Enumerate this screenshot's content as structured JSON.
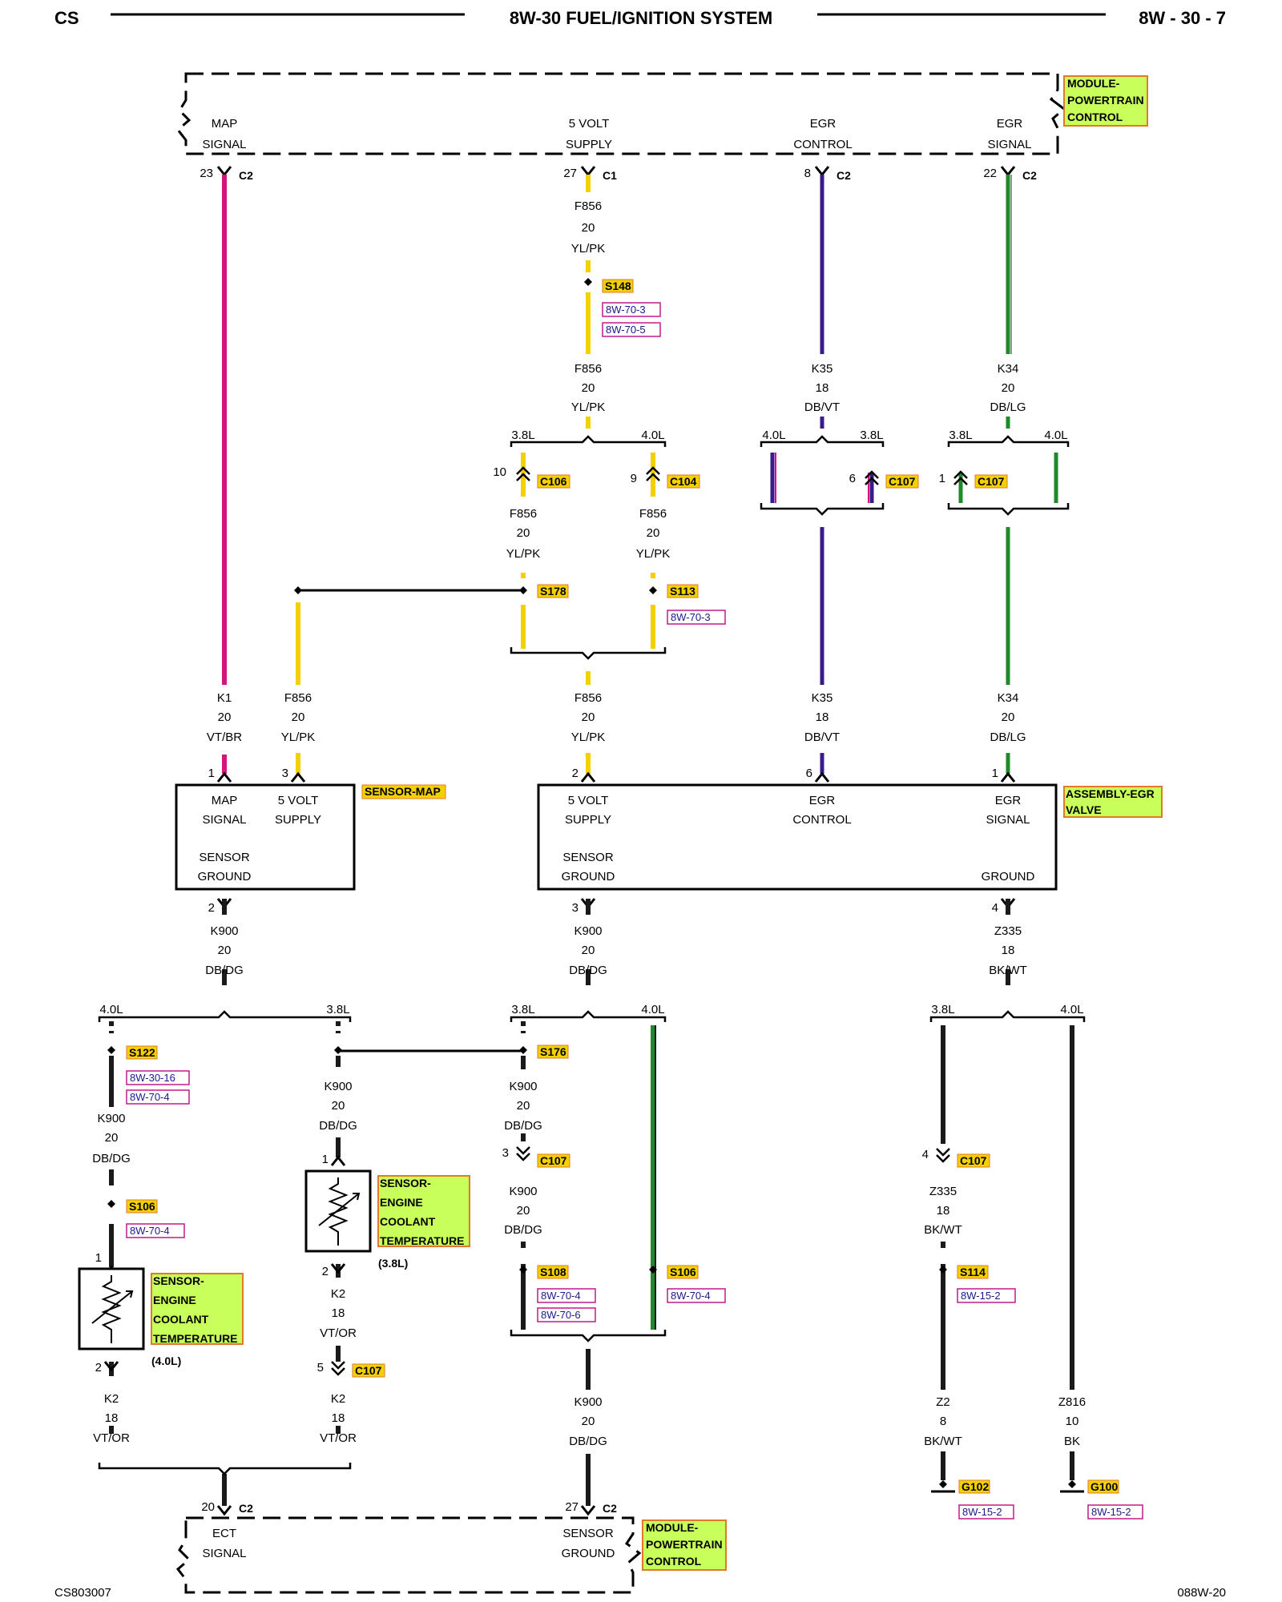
{
  "header": {
    "left": "CS",
    "title": "8W-30 FUEL/IGNITION SYSTEM",
    "page": "8W - 30 - 7"
  },
  "footer": {
    "left": "CS803007",
    "right": "088W-20"
  },
  "colors": {
    "vt_br": "#d6127f",
    "yl_pk": "#f5d000",
    "db_vt": "#3a1a8a",
    "db_lg": "#1f8a2a",
    "dark": "#1a1a1a",
    "tag_fill": "#c8ff5a",
    "tag_border": "#e07a2a",
    "ref_border": "#c01a8a"
  },
  "pcm_top": {
    "name_lines": [
      "MODULE-",
      "POWERTRAIN",
      "CONTROL"
    ],
    "pins": {
      "map_signal": [
        "MAP",
        "SIGNAL"
      ],
      "five_volt": [
        "5 VOLT",
        "SUPPLY"
      ],
      "egr_control": [
        "EGR",
        "CONTROL"
      ],
      "egr_signal": [
        "EGR",
        "SIGNAL"
      ]
    },
    "pin_nums": {
      "map": "23",
      "five": "27",
      "egrc": "8",
      "egrs": "22"
    },
    "conns": {
      "map": "C2",
      "five": "C1",
      "egrc": "C2",
      "egrs": "C2"
    }
  },
  "wires": {
    "f856": {
      "code": "F856",
      "gauge": "20",
      "color": "YL/PK"
    },
    "k35": {
      "code": "K35",
      "gauge": "18",
      "color": "DB/VT"
    },
    "k34": {
      "code": "K34",
      "gauge": "20",
      "color": "DB/LG"
    },
    "k1": {
      "code": "K1",
      "gauge": "20",
      "color": "VT/BR"
    },
    "k900": {
      "code": "K900",
      "gauge": "20",
      "color": "DB/DG"
    },
    "z335": {
      "code": "Z335",
      "gauge": "18",
      "color": "BK/WT"
    },
    "k2": {
      "code": "K2",
      "gauge": "18",
      "color": "VT/OR"
    },
    "z2": {
      "code": "Z2",
      "gauge": "8",
      "color": "BK/WT"
    },
    "z816": {
      "code": "Z816",
      "gauge": "10",
      "color": "BK"
    }
  },
  "splices": {
    "s148": "S148",
    "s178": "S178",
    "s113": "S113",
    "s122": "S122",
    "s176": "S176",
    "s106": "S106",
    "s108": "S108",
    "s114": "S114"
  },
  "connectors": {
    "c106": "C106",
    "c104": "C104",
    "c107": "C107"
  },
  "grounds": {
    "g102": "G102",
    "g100": "G100"
  },
  "refs": {
    "r703": "8W-70-3",
    "r705": "8W-70-5",
    "r3016": "8W-30-16",
    "r704": "8W-70-4",
    "r706": "8W-70-6",
    "r152": "8W-15-2"
  },
  "engines": {
    "e38": "3.8L",
    "e40": "4.0L",
    "e38p": "(3.8L)",
    "e40p": "(4.0L)"
  },
  "conn_nums": {
    "n10": "10",
    "n9": "9",
    "n6": "6",
    "n1": "1",
    "n2": "2",
    "n3": "3",
    "n4": "4",
    "n5": "5",
    "n20": "20",
    "n27": "27"
  },
  "sensor_map": {
    "name": "SENSOR-MAP",
    "map_signal": [
      "MAP",
      "SIGNAL"
    ],
    "five_volt": [
      "5 VOLT",
      "SUPPLY"
    ],
    "ground": [
      "SENSOR",
      "GROUND"
    ]
  },
  "egr_assembly": {
    "name_lines": [
      "ASSEMBLY-EGR",
      "VALVE"
    ],
    "five_volt": [
      "5 VOLT",
      "SUPPLY"
    ],
    "egr_control": [
      "EGR",
      "CONTROL"
    ],
    "egr_signal": [
      "EGR",
      "SIGNAL"
    ],
    "sensor_ground": [
      "SENSOR",
      "GROUND"
    ],
    "ground": "GROUND"
  },
  "ect_sensor": {
    "name_lines": [
      "SENSOR-",
      "ENGINE",
      "COOLANT",
      "TEMPERATURE"
    ]
  },
  "pcm_bottom": {
    "name_lines": [
      "MODULE-",
      "POWERTRAIN",
      "CONTROL"
    ],
    "ect_signal": [
      "ECT",
      "SIGNAL"
    ],
    "sensor_ground": [
      "SENSOR",
      "GROUND"
    ],
    "conn": "C2"
  }
}
